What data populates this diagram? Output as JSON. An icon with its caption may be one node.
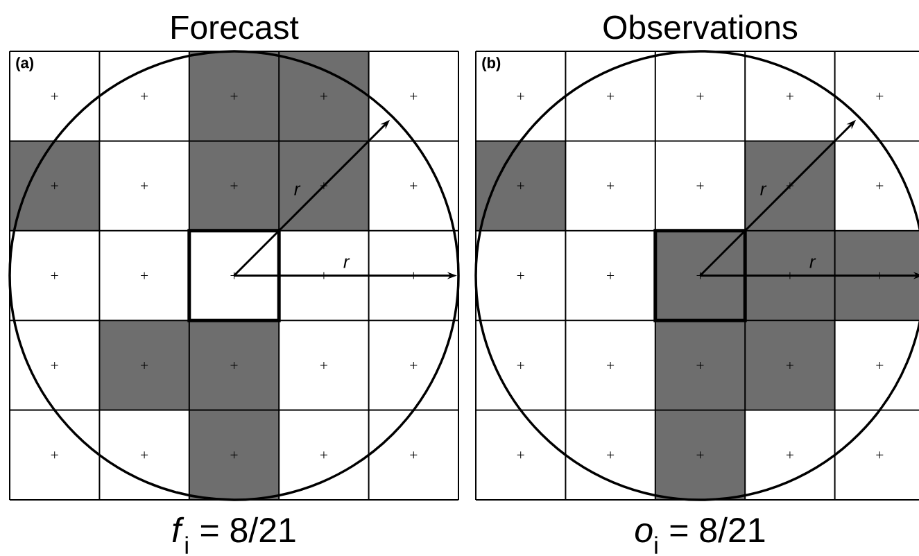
{
  "diagram": {
    "labels": [
      "Forecast",
      "Observations",
      "(a)",
      "r",
      "r",
      "(b)",
      "r",
      "r",
      "*f*$_{i}$ = 8/21",
      "*o*$_{i}$ = 8/21"
    ]
  }
}
